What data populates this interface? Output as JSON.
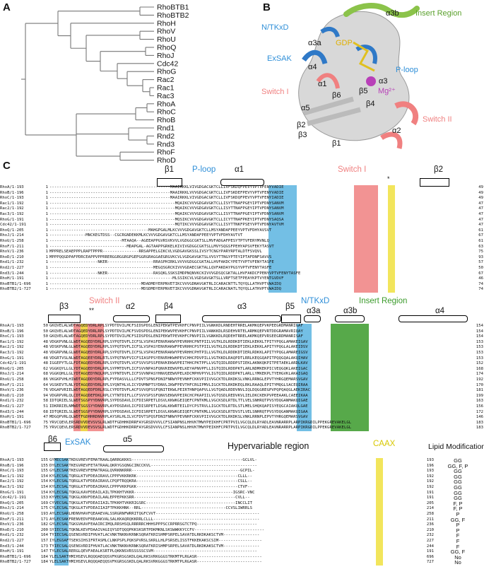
{
  "panels": {
    "a": "A",
    "b": "B",
    "c": "C"
  },
  "tree_leaves": [
    "RhoBTB1",
    "RhoBTB2",
    "RhoH",
    "RhoV",
    "RhoU",
    "RhoQ",
    "RhoJ",
    "Cdc42",
    "RhoG",
    "Rac2",
    "Rac1",
    "Rac3",
    "RhoA",
    "RhoC",
    "RhoB",
    "Rnd1",
    "Rnd2",
    "Rnd3",
    "RhoF",
    "RhoD"
  ],
  "structure_labels": {
    "insert_region": "Insert Region",
    "a3b": "α3b",
    "ntkxd": "N/TKxD",
    "a3a": "α3a",
    "gdp": "GDP",
    "exsak": "ExSAK",
    "a4": "α4",
    "ploop": "P-loop",
    "a1": "α1",
    "switch1": "Switch I",
    "b6": "β6",
    "b5": "β5",
    "mg": "Mg²⁺",
    "a3": "α3",
    "b4": "β4",
    "a5": "α5",
    "b2": "β2",
    "b3": "β3",
    "b1": "β1",
    "switch2": "Switch II",
    "a2": "α2"
  },
  "colors": {
    "ploop": "#5ab4e0",
    "switch": "#f08080",
    "insert": "#3a9a2a",
    "caax": "#f0e040",
    "star": "#f5c000"
  },
  "block1": {
    "ss": {
      "b1": "β1",
      "ploop": "P-loop",
      "a1": "α1",
      "switch1": "Switch I",
      "b2": "β2",
      "star": "*"
    },
    "rows": [
      {
        "name": "RhoA/1-193",
        "start": "1",
        "seq": "--------------------------------------------------MAAIRKKLVIVGDGACGKTCLLIVFSKDQFPEVYVPTVFENYVADIE",
        "end": "49"
      },
      {
        "name": "RhoB/1-196",
        "start": "1",
        "seq": "--------------------------------------------------MAAIRKKLVVVGDGACGKTCLLIVFSKDEFPEVYVPTVFENYVADIE",
        "end": "49"
      },
      {
        "name": "RhoC/1-193",
        "start": "1",
        "seq": "--------------------------------------------------MAAIRKKLVIVGDGACGKTCLLIVFSKDQFPEVYVPTVFENYIADIE",
        "end": "49"
      },
      {
        "name": "Rac1/1-192",
        "start": "1",
        "seq": "----------------------------------------------------MQAIKCVVVGDGAVGKTCLLISYTTNAFPGEYIPTVFDNYSANVM",
        "end": "47"
      },
      {
        "name": "Rac2/1-192",
        "start": "1",
        "seq": "----------------------------------------------------MQAIKCVVVGDGAVGKTCLLISYTTNAFPGEYIPTVFDNYSANVM",
        "end": "47"
      },
      {
        "name": "Rac3/1-192",
        "start": "1",
        "seq": "----------------------------------------------------MQAIKCVVVGDGAVGKTCLLISYTTNAFPGEYIPTVFDNYSANVM",
        "end": "47"
      },
      {
        "name": "RhoG/1-191",
        "start": "1",
        "seq": "----------------------------------------------------MQSIKCVVVGDGAVGKTCLLICYTTNAFPKEYIPTVFDNYSAQSA",
        "end": "47"
      },
      {
        "name": "Cdc42/1-191",
        "start": "1",
        "seq": "----------------------------------------------------MQTIKCVVVGDGAVGKTCLLISYTTNKFPSEYVPTVFDNYAVTVM",
        "end": "47"
      },
      {
        "name": "RhoQ/1-205",
        "start": "1",
        "seq": "-----------------------------------------MAHGPGALMLKCVVVGDGAVGKTCLLMSYANDAFPEEYVPTVFDHYAVSVT",
        "end": "61"
      },
      {
        "name": "RhoJ/1-214",
        "start": "1",
        "seq": "---------------MNCKEGTDSS--CGCRGNDEKKMLKCVVVGDGAVGKTCLLMSYANDAFPEEYVPTVFDHYAVTVT",
        "end": "67"
      },
      {
        "name": "RhoU/1-258",
        "start": "1",
        "seq": "------------------------------MTAAQA--AGEEAPPGVRSVKVVLVGDGGCGKTSLLMVFADGAFPESYTPTVFERYMVNLQ",
        "end": "61"
      },
      {
        "name": "RhoF/1-211",
        "start": "1",
        "seq": "--------------------------------MDAPGAL-AGTAAPPGRKELKIVIVGDGGCGKTSLLMVYSQGSFPEHYAPSVFEKYTASVT",
        "end": "63"
      },
      {
        "name": "RhoV/1-236",
        "start": "1",
        "seq": "MPPRELSEAEPPPLRAPTPPPR---------------RRSAPPELGIKCVLVGDGAVGKSSLIVSYTCNGYPARYRPTALDTFSVQVL",
        "end": "75"
      },
      {
        "name": "RhoD/1-210",
        "start": "1",
        "seq": "MPPPQQGDPAFPDRCEAPPVPPRRERGGRGGRGPGEPGGRGRAGGAEGRGVKCVLVGDGAVGKTSLVVSYTTNGYPTEYIPTAFDNFSAVVS",
        "end": "93"
      },
      {
        "name": "Rnd1/1-232",
        "start": "1",
        "seq": "--------------------NKER-------------------RRASPHIRKLVVVVGDGGCGKTALLHVFAKDCYPETYVPTVFENYTASFE",
        "end": "57"
      },
      {
        "name": "Rnd2/1-227",
        "start": "1",
        "seq": "-------------------------------------------MEGQSGRCKIVVVGDAECGKTALLQVFAKDAYPGSYVPTVFENYTASFE",
        "end": "50"
      },
      {
        "name": "Rnd3/1-244",
        "start": "1",
        "seq": "--------------------NKER-------------------RASQKLSSKSIMDPNQNVKCKIVVVGDSQCGKTALLHVFAKDCFPENYVPTVFENYTASFE",
        "end": "67"
      },
      {
        "name": "RhoH/1-191",
        "start": "1",
        "seq": "---------------------------------------------------MLSSIKCVLVGDSAVGKTSLLVRFTSETFPEAYKPTVYENTGVDVF",
        "end": "46"
      },
      {
        "name": "RhoBTB1/1-696",
        "start": "1",
        "seq": "--------------------------------------MDADMDYERPNVETIKCVVVGDNAVGKTRLICARACNTTLTQYQLLATHVPTVWAIDQ",
        "end": "74"
      },
      {
        "name": "RhoBTB2/1-727",
        "start": "1",
        "seq": "--------------------------------------MDSDMDYERPNVETIKCVVVGDNAVGKTRLICARACNATLTQYQLLATHVPTVWAIDQ",
        "end": "74"
      }
    ]
  },
  "block2": {
    "ss": {
      "b3": "β3",
      "switch2": "Switch II",
      "stars": "**",
      "a2": "α2",
      "b4": "β4",
      "a3": "α3",
      "b5": "β5",
      "ntkxd": "N/TKxD",
      "a3a": "α3a",
      "a3b": "α3b",
      "insert": "Insert Region",
      "a4": "α4"
    },
    "rows": [
      {
        "name": "RhoA/1-193",
        "start": "50",
        "seq": "GKQVELALWDTAGQEDYDRLRPLSYPDTDVILMCFSIDSPDSLENIPEKWTPEVKHFCPNVPIILVGNKKDLRNDEHTRRELAKMKQEPVKPEEGRDMANRIGAF",
        "end": "154"
      },
      {
        "name": "RhoB/1-196",
        "start": "50",
        "seq": "GKQVELALWDTAGQEDYDRLRPLSYPDTDVILMCFSVDSPDSLENIPEKWVPEVKHFCPNVPIILVANKKDLRSDEHVRTELARMKQEPVRTDDGRAMAVRIQAY",
        "end": "154"
      },
      {
        "name": "RhoC/1-193",
        "start": "50",
        "seq": "GKQVELALWDTAGQEDYDRLRPLSYPDTDVILMCFSIDSPDSLENIPEKWTPEVKHFCPNVPIILVGNKKDLRQDEHTRRELAKMKQEPVRSEEGRDMANRISAF",
        "end": "154"
      },
      {
        "name": "Rac1/1-192",
        "start": "48",
        "seq": "VDGKPVNLGLWDTAGQEDYDRLRPLSYPQTDVFLICFSLVSPASFENVRAKWYPEVRHHCPNTPIILVGTKLDLRDDKDTIEKLKEKKLTPITYPQGLAMAKEIGAV",
        "end": "153"
      },
      {
        "name": "Rac2/1-192",
        "start": "48",
        "seq": "VDSKPVNLGLWDTAGQEDYDRLRPLSYPQTDVFLICFSLVSPASYENVRAKWFPEVRHHCPSTPIILVGTKLDLRDDKDTIEKLKEKKLAPITYPQGLALAKEIDSV",
        "end": "153"
      },
      {
        "name": "Rac3/1-192",
        "start": "48",
        "seq": "VDGRPVNLGLWDTAGQEDYDRLRPLSYPQTDVFLICFSLVSPASFENVRAKWYPEVRHHCPHTPILLVGTKLDLRDDKDTIERLRDKKLAPITYPQGLAMAREIGSV",
        "end": "153"
      },
      {
        "name": "RhoG/1-191",
        "start": "48",
        "seq": "VDGRTVSLNLWDTAGQEEYDRLRTLSYPQTNVFVICFSIASPPSYENVRHKWHPEVCHHCPDVPILLVGTKKDLRAQPDTLRRLKEQGQAPITPQQGQALAKQIHAV",
        "end": "153"
      },
      {
        "name": "Cdc42/1-191",
        "start": "48",
        "seq": "IGGEPYTLGLFDTAGQEDYDRLRPLSYPQTDVFLVCFSVVSPSSFENVKEKWVPEITHHCPKTPFLLVGTQIDLRDDPSTIEKLAKNKQKPITPETAEKLARDLKAV",
        "end": "152"
      },
      {
        "name": "RhoQ/1-205",
        "start": "62",
        "seq": "VGGKQYLLGLYDTAGQEDYDRLRPLSYPMTDVFLICFSVVNPASFQNVKEEWVPELKEYAPNVPFLLIGTQIDLRDDPKTLARLNDMKEKPICVEQGQKLAKEIGAC",
        "end": "168"
      },
      {
        "name": "RhoJ/1-214",
        "start": "68",
        "seq": "VGGKQHLLGLYDTAGQEDYNQLRPLSYPNTDVFLICFSVVNPASYHNVQEEWVPELKDCMPHVPYVLIGTQIDLRDDPKTLARLLYMKEKPLTYEHGVKLAKAIGAQ",
        "end": "174"
      },
      {
        "name": "RhoU/1-258",
        "start": "86",
        "seq": "VKGKPVHLHIWDTAGQDDYDRLRPLFYPDASVLLLCFDVTSPNSFDNIFNRWYPEVNHFCKKVPIIVVGCKTDLRKDKSLVNKLRRNGLEPVTYHRGQEMARSVGAV",
        "end": "192"
      },
      {
        "name": "RhoF/1-211",
        "start": "64",
        "seq": "VGSKEVTLNLYDTAGQEDYDRLRPLSYQNTHLVLICYDVMNPTSYDNVLIKWFPEVTHFCRGIPMVLIGCKTDLRKDKEQLRKLRAAQLEPITYMQGLSACEQIRAA",
        "end": "170"
      },
      {
        "name": "RhoV/1-236",
        "start": "76",
        "seq": "VDGAPVRIELWDTAGQEDFDRLRSLCYPDTDVFLACFSVVQPSSFQNITEKWLPEIRTHNPQAPVLLVGTQADLRDDVNVLIQLDQGGREGPVPQPQAQGLAEKIRAC",
        "end": "181"
      },
      {
        "name": "RhoD/1-210",
        "start": "94",
        "seq": "VDGRPVRLQLCDTAGQDEFDKLRPLCYTNTDIFLLCFSVVSPSSFQNVSEKWVPEIRCHCPKAPIILVGTQSDLREDVKVLIELDKCKEKPVPEEAAKLCAEEIKAA",
        "end": "199"
      },
      {
        "name": "Rnd1/1-232",
        "start": "58",
        "seq": "IDTQRIELSLWDTSGSPYYDNVRPLSYPDSDAVLICFDISRPETLDSVLKKWKGEIQEFCPNTKMLLVGCKSDLRTDLTTLVELSNHRQTPVSYDQGANMAKQIGAE",
        "end": "163"
      },
      {
        "name": "Rnd2/1-227",
        "start": "51",
        "seq": "IDKRRIELNMWDTSGSSYYDNVRPLAYPDSDAVLICFDISRPETLDSALKKWRTEILDYCPSTRVLLIGCKTDLRTDLSTLMELSHQKQAPISYEQGCAIAKQLGAE",
        "end": "156"
      },
      {
        "name": "Rnd3/1-244",
        "start": "68",
        "seq": "IDTQRIELSLWDTSGSPYYDNVRPLSYPDSDAVLICFDISRPETLDSVLKKWKGEIQEFCPNTKMLLVGCKSDLRTDVSTLVELSNHRQTPVSYDQGANMAKQIGAA",
        "end": "172"
      },
      {
        "name": "RhoH/1-191",
        "start": "47",
        "seq": "MDGQPVRLQLWDTFGDHHRDNVRPLAYSRLHLILVCFDVTSPQSFDNIFNRWYPEVNHFCKKVPIIVVGCKTDLRKDKSLVNKLRRNPLEPVTYHRGQEMARSVGAV",
        "end": "146"
      },
      {
        "name": "RhoBTB1/1-696",
        "start": "75",
        "seq": "YRVCQEVLERSRDVVDEVSVSLRLWDTFGDHHKDRRFAYGRSDVVVLCFSIANPNSLHHVKTMWYPEIKHFCPRTPVILVGCQLDLRYADLEAVNRARRPLARPIKRGDILPPEKGREVAKELGL",
        "end": "183"
      },
      {
        "name": "RhoBTB2/1-727",
        "start": "75",
        "seq": "YRVCQEVLERSRDVVDEVSVSLRLWDTFGDHHKDRRFAYGRSDVVVLCFSIANPNSLHHVKTMWYPEIKHFCPRTPVILVGCQLDLRYADLEAVNRARRPLARPIKRGDILPPEKGREVAKELGL",
        "end": "183"
      }
    ]
  },
  "block3": {
    "ss": {
      "b6": "β6",
      "exsak": "ExSAK",
      "a5": "α5",
      "hypervariable": "Hypervariable region",
      "caax": "CAAX",
      "lipid": "Lipid Modification"
    },
    "rows": [
      {
        "name": "RhoA/1-193",
        "start": "155",
        "seq": "GYMECSAKTKDGVREVFEMATRAALQARRGKKKS----------------------------------------------GCLVL-",
        "end": "193",
        "lipid": "GG"
      },
      {
        "name": "RhoB/1-196",
        "start": "155",
        "seq": "DYLECSAKTKEGVREVFETATRAALQKRYGSQNGCINCCKVL--------------------------------------------",
        "end": "196",
        "lipid": "GG, F, P"
      },
      {
        "name": "RhoC/1-193",
        "start": "155",
        "seq": "GYLECSAKTKEGVREVFEMATRAGLQVRKNKRRR---------------------------------------------GCPIL-",
        "end": "193",
        "lipid": "GG"
      },
      {
        "name": "Rac1/1-192",
        "start": "154",
        "seq": "KYLECSALTQRGLKTVFDEAIRAVLCPPPVKKRKRK------------------------------------------CLLL--",
        "end": "192",
        "lipid": "GG"
      },
      {
        "name": "Rac2/1-192",
        "start": "154",
        "seq": "KYLECSALTQRGLKTVFDEAIRAVLCPQPTRQQKRA------------------------------------------CSLL--",
        "end": "192",
        "lipid": "GG"
      },
      {
        "name": "Rac3/1-192",
        "start": "154",
        "seq": "KYLECSALTQRGLKTVFDEAIRAVLCPPPVKKPGKK------------------------------------------CTVF--",
        "end": "192",
        "lipid": "GG"
      },
      {
        "name": "RhoG/1-191",
        "start": "154",
        "seq": "KYLECSALTQKGLKAVFDEAILAILTPKKHTVKKR-----------------------------------------IGSRC-VNC",
        "end": "191",
        "lipid": "GG"
      },
      {
        "name": "Cdc42/1-191",
        "start": "153",
        "seq": "KYVECSALTQKGLKNVFDEAILAALEPPEPKKSRR------------------------------------------CVLL--",
        "end": "191",
        "lipid": "GG"
      },
      {
        "name": "RhoQ/1-205",
        "start": "169",
        "seq": "CYVECSALTQKGLKTVFDEAIIAILTPKKHTVKKRIGSRC-------------------------------------INCCLIT",
        "end": "205",
        "lipid": "F, P"
      },
      {
        "name": "RhoJ/1-214",
        "start": "175",
        "seq": "CYLECSALTQKGLKTVFDEAIIAIFTPKKKHNK--RRL-----------------------------------CCVSLIWRRLS",
        "end": "214",
        "lipid": "F, P"
      },
      {
        "name": "RhoU/1-258",
        "start": "193",
        "seq": "AYLECSARLHDNVHAVFQEAAEVALSSRGRNFWRRITQGFCVVT-------------------------------------------",
        "end": "258",
        "lipid": "P"
      },
      {
        "name": "RhoF/1-211",
        "start": "171",
        "seq": "AYLECSAKFRENVEDVFREAAKVALSALKKAQRQKKRRLCLLL--------------------------------------------",
        "end": "211",
        "lipid": "GG, F"
      },
      {
        "name": "RhoV/1-236",
        "start": "182",
        "seq": "GYLECSALTGKGVKAVFEAAIRCIMQLRRSHSQLRRRRRCHHHSPPPSCCRPRRSGTCTPQ-------------------------",
        "end": "236",
        "lipid": "P"
      },
      {
        "name": "RhoD/1-210",
        "start": "200",
        "seq": "SYIECSALTQKNLKEVFDAAIVAGIQYSDTQQQPKKSKSRTPDKMKNLSKSWWKKYCCFV-----------------------------",
        "end": "210",
        "lipid": "P"
      },
      {
        "name": "Rnd1/1-232",
        "start": "164",
        "seq": "TYIECSALQSENSVRDIFHVATLACVNKTNKNVKRNKSQRATKRISHMPSRPELSAVATDLRKDKAKSCTVM---------------",
        "end": "232",
        "lipid": "F"
      },
      {
        "name": "Rnd2/1-227",
        "start": "157",
        "seq": "IYLEGSAFTSEKSIHSIFRTASMLCLNKPSPLPQKSPVRSLSKRLLHLPSRSELISSTFKKEKAKSCSIM------------------",
        "end": "227",
        "lipid": "F"
      },
      {
        "name": "Rnd3/1-244",
        "start": "173",
        "seq": "TYIECSALQSENSVRDIFHVATLACVNKTNKNVKRNKSQRATKRISHMPSRPELSAVATDLRKDKAKSCTVM---------------",
        "end": "244",
        "lipid": "F"
      },
      {
        "name": "RhoH/1-191",
        "start": "147",
        "seq": "TYLECSALRERGLQEVFAEALKSRTPLQKKNSVRSSSSSCSVM-------------------------------------------",
        "end": "191",
        "lipid": "GG, F"
      },
      {
        "name": "RhoBTB1/1-696",
        "start": "184",
        "seq": "YLELSAKTHMIHSEVLRQQQAEQQSVFKGRSGSKDLQALRKSVRKGGGSTRKMTPLRGASR---------------------------",
        "end": "696",
        "lipid": "No"
      },
      {
        "name": "RhoBTB2/1-727",
        "start": "184",
        "seq": "YLELSAKTHMIHSEVLRQQQAEQQSVFKGRSGSKDLQALRKSVRKGGGSTRKMTPLRGASR---------------------------",
        "end": "727",
        "lipid": "No"
      }
    ]
  }
}
